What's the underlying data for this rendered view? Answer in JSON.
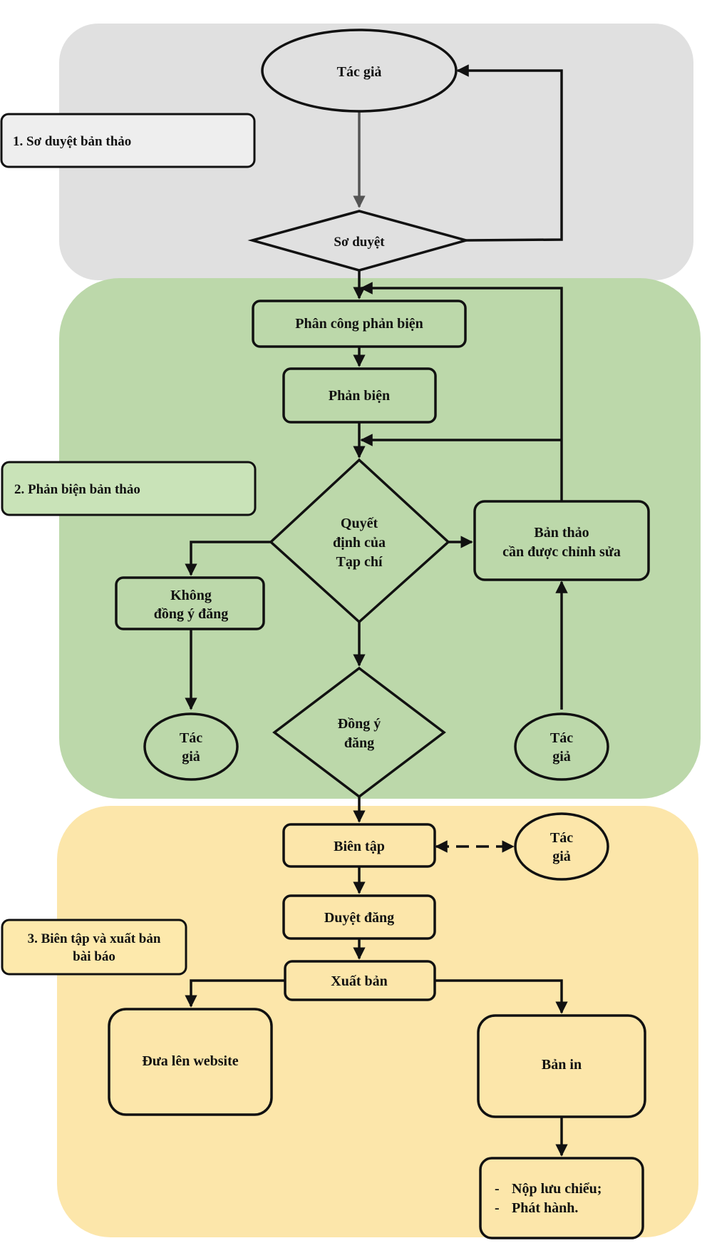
{
  "colors": {
    "stage1_bg": "#e0e0e0",
    "stage2_bg": "#bcd8aa",
    "stage3_bg": "#fce6aa",
    "stage1_label_bg": "#eeeeee",
    "stage2_label_bg": "#c9e3b8",
    "stage3_label_bg": "#fde9ac",
    "stroke": "#111111",
    "connector_gray": "#555555"
  },
  "stages": {
    "stage1": {
      "label": "1. Sơ duyệt bản thảo"
    },
    "stage2": {
      "label": "2. Phản biện bản thảo"
    },
    "stage3": {
      "label_line1": "3. Biên tập và xuất bản",
      "label_line2": "bài báo"
    }
  },
  "nodes": {
    "author_top": "Tác giả",
    "initial_review": "Sơ duyệt",
    "assign_reviewers": "Phân công phản biện",
    "peer_review": "Phản biện",
    "journal_decision": {
      "line1": "Quyết",
      "line2": "định của",
      "line3": "Tạp chí"
    },
    "revision_needed": {
      "line1": "Bản thảo",
      "line2": "cần được chỉnh sửa"
    },
    "rejected": {
      "line1": "Không",
      "line2": "đồng ý đăng"
    },
    "author_rejected": {
      "line1": "Tác",
      "line2": "giả"
    },
    "accepted": {
      "line1": "Đồng ý",
      "line2": "đăng"
    },
    "author_revision": {
      "line1": "Tác",
      "line2": "giả"
    },
    "editing": "Biên tập",
    "author_editing": {
      "line1": "Tác",
      "line2": "giả"
    },
    "publish_approval": "Duyệt đăng",
    "publishing": "Xuất bản",
    "website": "Đưa lên website",
    "print_edition": "Bản in",
    "print_tasks": {
      "item1_bullet": "-",
      "item1": "Nộp lưu chiểu;",
      "item2_bullet": "-",
      "item2": "Phát hành."
    }
  }
}
